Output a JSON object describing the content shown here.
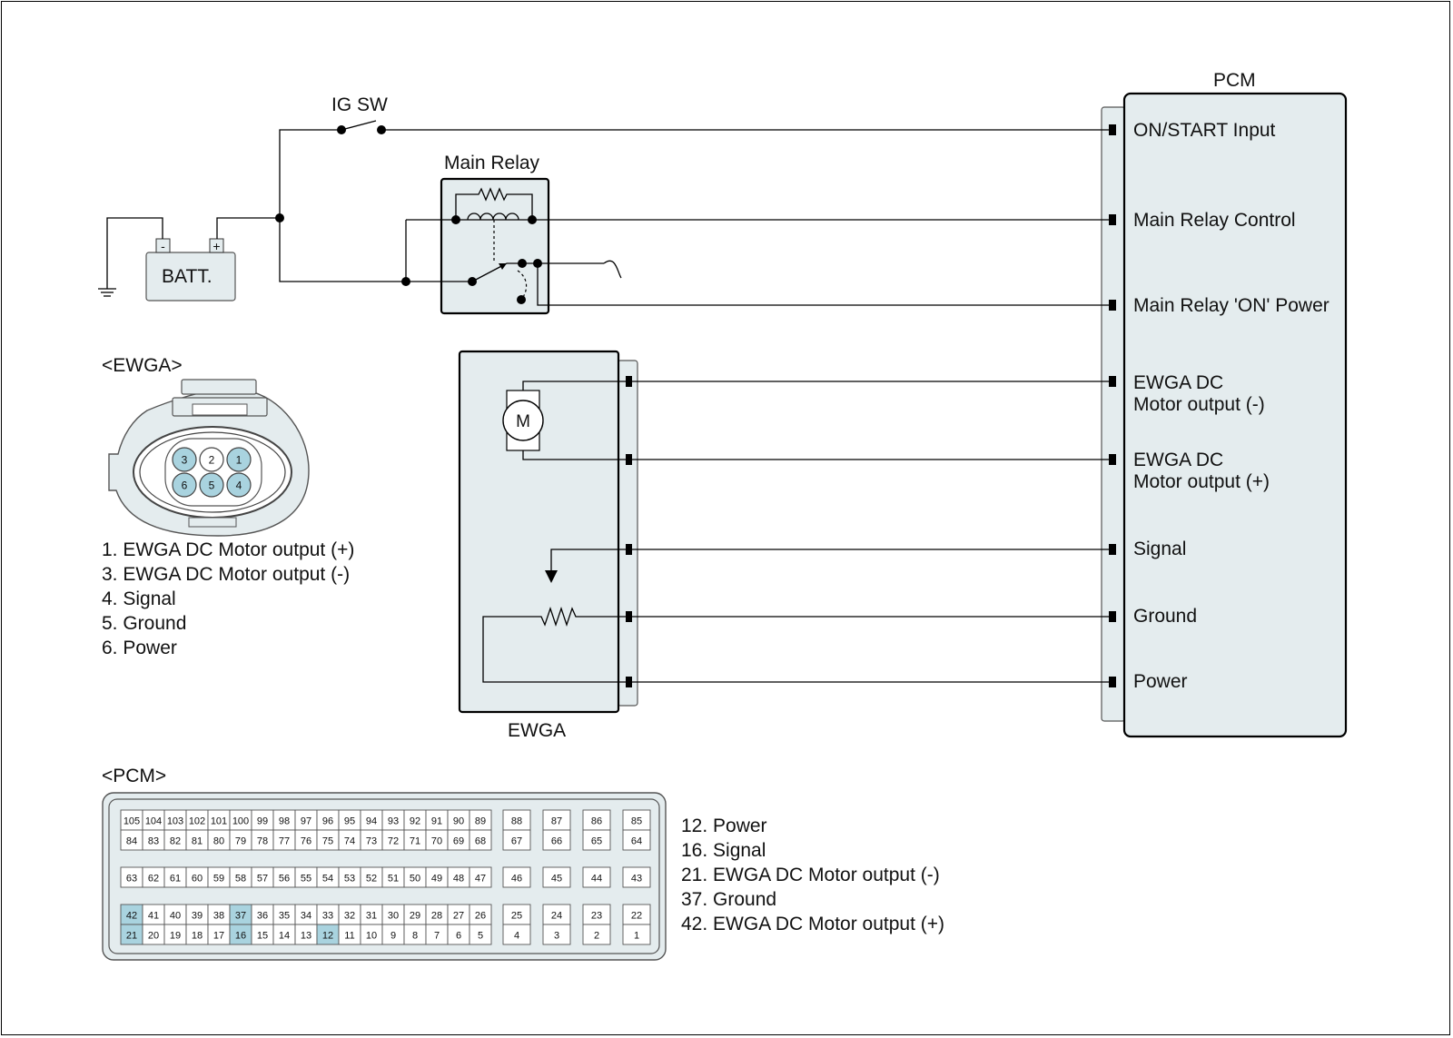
{
  "labels": {
    "ig_sw": "IG SW",
    "main_relay": "Main Relay",
    "batt": "BATT.",
    "batt_minus": "-",
    "batt_plus": "+",
    "pcm_title": "PCM",
    "ewga_box": "EWGA",
    "motor": "M",
    "ewga_connector_title": "<EWGA>",
    "pcm_connector_title": "<PCM>"
  },
  "pcm_pins": [
    {
      "line1": "ON/START Input",
      "line2": ""
    },
    {
      "line1": "Main Relay Control",
      "line2": ""
    },
    {
      "line1": "Main Relay 'ON' Power",
      "line2": ""
    },
    {
      "line1": "EWGA DC",
      "line2": "Motor output (-)"
    },
    {
      "line1": "EWGA DC",
      "line2": "Motor output (+)"
    },
    {
      "line1": "Signal",
      "line2": ""
    },
    {
      "line1": "Ground",
      "line2": ""
    },
    {
      "line1": "Power",
      "line2": ""
    }
  ],
  "ewga_connector": {
    "top_row": [
      "3",
      "2",
      "1"
    ],
    "bottom_row": [
      "6",
      "5",
      "4"
    ],
    "highlighted": [
      "3",
      "1",
      "6",
      "5",
      "4"
    ],
    "legend": [
      "1. EWGA DC Motor output (+)",
      "3. EWGA DC Motor output (-)",
      "4. Signal",
      "5. Ground",
      "6. Power"
    ]
  },
  "pcm_connector": {
    "row1_main": [
      "105",
      "104",
      "103",
      "102",
      "101",
      "100",
      "99",
      "98",
      "97",
      "96",
      "95",
      "94",
      "93",
      "92",
      "91",
      "90",
      "89"
    ],
    "row1_right": [
      "88",
      "87",
      "86",
      "85"
    ],
    "row2_main": [
      "84",
      "83",
      "82",
      "81",
      "80",
      "79",
      "78",
      "77",
      "76",
      "75",
      "74",
      "73",
      "72",
      "71",
      "70",
      "69",
      "68"
    ],
    "row2_right": [
      "67",
      "66",
      "65",
      "64"
    ],
    "row3_main": [
      "63",
      "62",
      "61",
      "60",
      "59",
      "58",
      "57",
      "56",
      "55",
      "54",
      "53",
      "52",
      "51",
      "50",
      "49",
      "48",
      "47"
    ],
    "row3_right": [
      "46",
      "45",
      "44",
      "43"
    ],
    "row4_main": [
      "42",
      "41",
      "40",
      "39",
      "38",
      "37",
      "36",
      "35",
      "34",
      "33",
      "32",
      "31",
      "30",
      "29",
      "28",
      "27",
      "26"
    ],
    "row4_right": [
      "25",
      "24",
      "23",
      "22"
    ],
    "row5_main": [
      "21",
      "20",
      "19",
      "18",
      "17",
      "16",
      "15",
      "14",
      "13",
      "12",
      "11",
      "10",
      "9",
      "8",
      "7",
      "6",
      "5"
    ],
    "row5_right": [
      "4",
      "3",
      "2",
      "1"
    ],
    "highlighted": [
      "42",
      "37",
      "21",
      "16",
      "12"
    ],
    "legend": [
      "12. Power",
      "16. Signal",
      "21. EWGA DC Motor output (-)",
      "37. Ground",
      "42. EWGA DC Motor output (+)"
    ]
  },
  "colors": {
    "highlight": "#a9d3df",
    "box_fill": "#e4ecee",
    "line": "#000000"
  }
}
